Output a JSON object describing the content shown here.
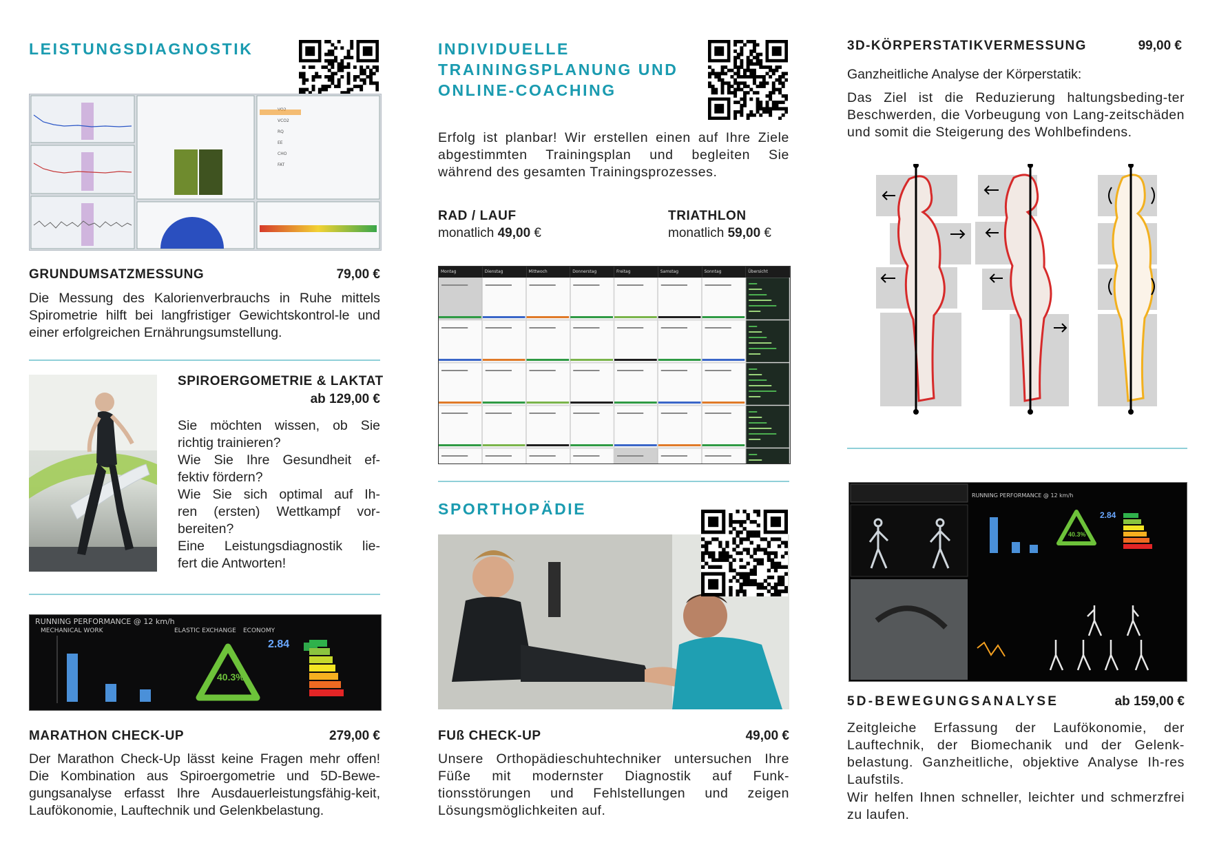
{
  "col1": {
    "heading": "LEISTUNGSDIAGNOSTIK",
    "grundumsatz": {
      "title": "GRUNDUMSATZMESSUNG",
      "price": "79,00 €",
      "text": "Die Messung des Kalorienverbrauchs in Ruhe mittels Spirometrie hilft bei langfristiger Gewichtskontrol-le und einer erfolgreichen Ernährungsumstellung."
    },
    "spiro": {
      "title": "SPIROERGOMETRIE & LAKTAT",
      "price": "ab 129,00 €",
      "lines": [
        "Sie möchten wissen, ob Sie",
        "richtig trainieren?",
        "Wie Sie Ihre Gesundheit ef-",
        "fektiv fördern?",
        "Wie Sie sich optimal auf Ih-",
        "ren (ersten) Wettkampf vor-",
        "bereiten?",
        "Eine Leistungsdiagnostik lie-",
        "fert die Antworten!"
      ]
    },
    "running_screen": {
      "title": "RUNNING PERFORMANCE @ 12 km/h",
      "mechanical": "MECHANICAL WORK",
      "elastic": "ELASTIC EXCHANGE",
      "economy": "ECONOMY",
      "percent": "40.3%",
      "economy_value": "2.84"
    },
    "marathon": {
      "title": "MARATHON CHECK-UP",
      "price": "279,00 €",
      "text": "Der Marathon Check-Up lässt keine Fragen mehr offen! Die Kombination aus Spiroergometrie und 5D-Bewe-gungsanalyse erfasst Ihre Ausdauerleistungsfähig-keit, Laufökonomie, Lauftechnik und Gelenkbelastung."
    }
  },
  "col2": {
    "heading_lines": [
      "INDIVIDUELLE",
      "TRAININGSPLANUNG UND",
      "ONLINE-COACHING"
    ],
    "intro": "Erfolg ist planbar! Wir erstellen einen auf Ihre Ziele abgestimmten Trainingsplan und begleiten Sie während des gesamten Trainingsprozesses.",
    "rad": {
      "title": "RAD / LAUF",
      "prefix": "monatlich ",
      "price": "49,00",
      "currency": " €"
    },
    "tri": {
      "title": "TRIATHLON",
      "prefix": "monatlich ",
      "price": "59,00",
      "currency": " €"
    },
    "calendar_days": [
      "Montag",
      "Dienstag",
      "Mittwoch",
      "Donnerstag",
      "Freitag",
      "Samstag",
      "Sonntag",
      "Übersicht"
    ],
    "sport_heading": "SPORTHOPÄDIE",
    "fuss": {
      "title": "FUß CHECK-UP",
      "price": "49,00 €",
      "text": "Unsere Orthopädieschuhtechniker untersuchen Ihre Füße mit modernster Diagnostik auf Funk-tionsstörungen und Fehlstellungen und zeigen Lösungsmöglichkeiten auf."
    }
  },
  "col3": {
    "koerper": {
      "title": "3D-KÖRPERSTATIKVERMESSUNG",
      "price": "99,00 €",
      "subtitle": "Ganzheitliche Analyse der Körperstatik:",
      "text": "Das Ziel ist die Reduzierung haltungsbeding-ter Beschwerden, die Vorbeugung von Lang-zeitschäden und somit die Steigerung des Wohlbefindens."
    },
    "bewegung": {
      "title": "5D-BEWEGUNGSANALYSE",
      "price": "ab 159,00 €",
      "text": "Zeitgleiche Erfassung der Laufökonomie, der Lauftechnik, der Biomechanik und der Gelenk-belastung. Ganzheitliche, objektive Analyse Ih-res Laufstils.",
      "text2": "Wir helfen Ihnen schneller, leichter und schmerzfrei zu laufen."
    },
    "screen": {
      "title": "RUNNING PERFORMANCE @ 12 km/h",
      "percent": "40.3%",
      "economy_value": "2.84"
    }
  },
  "colors": {
    "accent": "#1a9bb0",
    "rule": "#8fcfd8"
  }
}
